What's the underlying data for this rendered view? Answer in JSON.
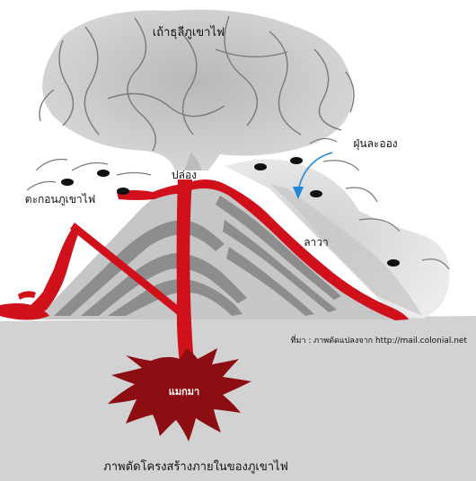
{
  "labels": {
    "ash_cloud": "เถ้าธุลีภูเขาไฟ",
    "dust": "ฝุ่นละออง",
    "vent": "ปล่อง",
    "sediment": "ตะกอนภูเขาไฟ",
    "lava": "ลาวา",
    "magma": "แมกมา"
  },
  "source_note": "ที่มา : ภาพดัดแปลงจาก  http://mail.colonial.net",
  "caption": "ภาพตัดโครงสร้างภายในของภูเขาไฟ",
  "colors": {
    "lava": "#d0101a",
    "magma": "#8c0d12",
    "ground": "#d2d2d2",
    "ash": "#c4c4c4",
    "mountain_light": "#c6c6c6",
    "mountain_dark": "#8d8d8d",
    "arrow": "#1e88d8"
  }
}
